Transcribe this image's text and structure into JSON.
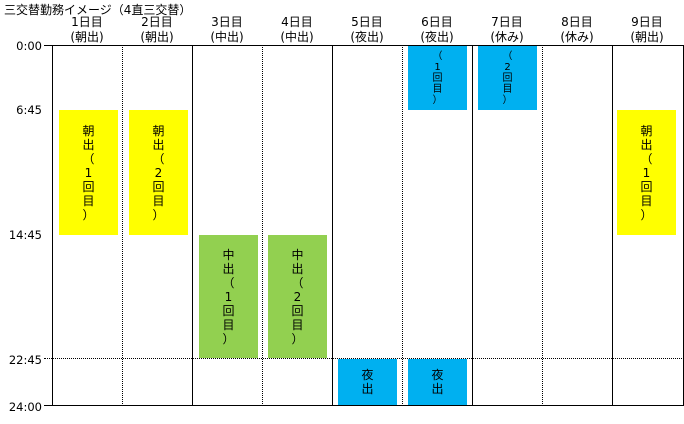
{
  "title": "三交替勤務イメージ（4直三交替）",
  "days": [
    {
      "day": "1日目",
      "type": "(朝出)"
    },
    {
      "day": "2日目",
      "type": "(朝出)"
    },
    {
      "day": "3日目",
      "type": "(中出)"
    },
    {
      "day": "4日目",
      "type": "(中出)"
    },
    {
      "day": "5日目",
      "type": "(夜出)"
    },
    {
      "day": "6日目",
      "type": "(夜出)"
    },
    {
      "day": "7日目",
      "type": "(休み)"
    },
    {
      "day": "8日目",
      "type": "(休み)"
    },
    {
      "day": "9日目",
      "type": "(朝出)"
    }
  ],
  "times": [
    "0:00",
    "6:45",
    "14:45",
    "22:45",
    "24:00"
  ],
  "colors": {
    "morning": "#ffff00",
    "middle": "#92d050",
    "night": "#00b0f0"
  },
  "blocks": {
    "d1": [
      "朝",
      "出",
      "（",
      "1",
      "回",
      "目",
      "）"
    ],
    "d2": [
      "朝",
      "出",
      "（",
      "2",
      "回",
      "目",
      "）"
    ],
    "d3": [
      "中",
      "出",
      "（",
      "1",
      "回",
      "目",
      "）"
    ],
    "d4": [
      "中",
      "出",
      "（",
      "2",
      "回",
      "目",
      "）"
    ],
    "d5": [
      "夜",
      "出"
    ],
    "d6_early": [
      "（",
      "1",
      "回",
      "目",
      "）"
    ],
    "d6_late": [
      "夜",
      "出"
    ],
    "d7_early": [
      "（",
      "2",
      "回",
      "目",
      "）"
    ],
    "d9": [
      "朝",
      "出",
      "（",
      "1",
      "回",
      "目",
      "）"
    ]
  }
}
